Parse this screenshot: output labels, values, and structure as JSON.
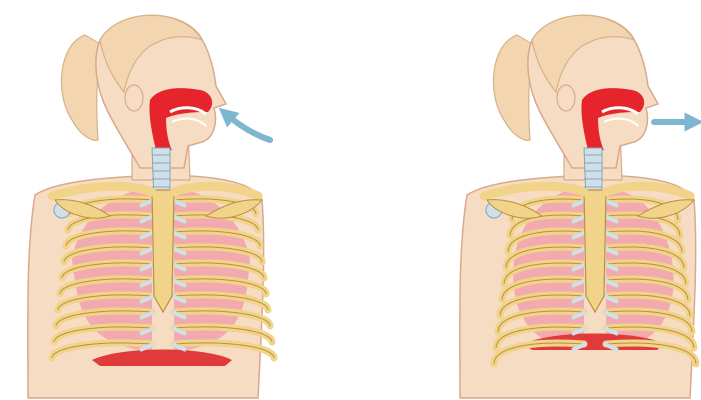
{
  "figure": {
    "panels": [
      {
        "id": "inhalation",
        "airflow": "in"
      },
      {
        "id": "exhalation",
        "airflow": "out"
      }
    ],
    "colors": {
      "background": "#ffffff",
      "skin": "#f7dcc4",
      "skin_outline": "#d9a98b",
      "hair": "#f3d6b0",
      "hair_outline": "#d7b287",
      "airway": "#e5252b",
      "bone": "#f1d38a",
      "bone_outline": "#b8913f",
      "lung": "#f2aab1",
      "cartilage": "#cfe0ea",
      "diaphragm": "#e03a3a",
      "arrow": "#7eb6cf"
    }
  }
}
